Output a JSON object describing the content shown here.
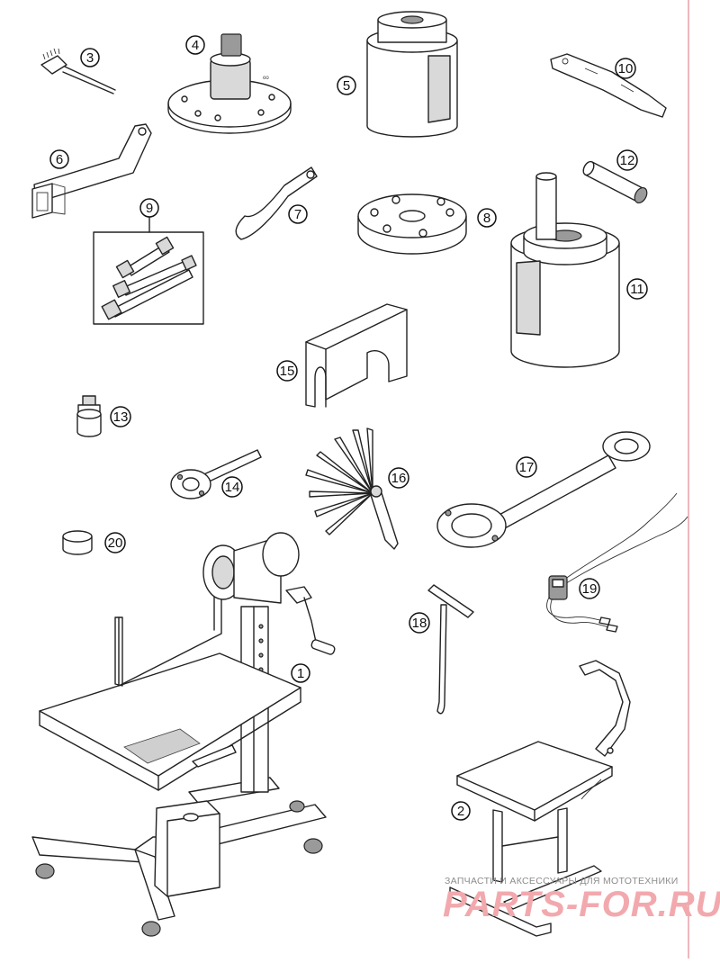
{
  "callouts": [
    {
      "id": "1",
      "label": "1"
    },
    {
      "id": "2",
      "label": "2"
    },
    {
      "id": "3",
      "label": "3"
    },
    {
      "id": "4",
      "label": "4"
    },
    {
      "id": "5",
      "label": "5"
    },
    {
      "id": "6",
      "label": "6"
    },
    {
      "id": "7",
      "label": "7"
    },
    {
      "id": "8",
      "label": "8"
    },
    {
      "id": "9",
      "label": "9"
    },
    {
      "id": "10",
      "label": "10"
    },
    {
      "id": "11",
      "label": "11"
    },
    {
      "id": "12",
      "label": "12"
    },
    {
      "id": "13",
      "label": "13"
    },
    {
      "id": "14",
      "label": "14"
    },
    {
      "id": "15",
      "label": "15"
    },
    {
      "id": "16",
      "label": "16"
    },
    {
      "id": "17",
      "label": "17"
    },
    {
      "id": "18",
      "label": "18"
    },
    {
      "id": "19",
      "label": "19"
    },
    {
      "id": "20",
      "label": "20"
    }
  ],
  "watermark": {
    "line1": "ЗАПЧАСТИ И АКСЕССУАРЫ ДЛЯ МОТОТЕХНИКИ",
    "line2": "PARTS-FOR.RU"
  },
  "colors": {
    "ink": "#222222",
    "margin_line": "#e8a0a8",
    "watermark_red": "#f2a9ae",
    "watermark_gray": "#8c8c8c"
  }
}
